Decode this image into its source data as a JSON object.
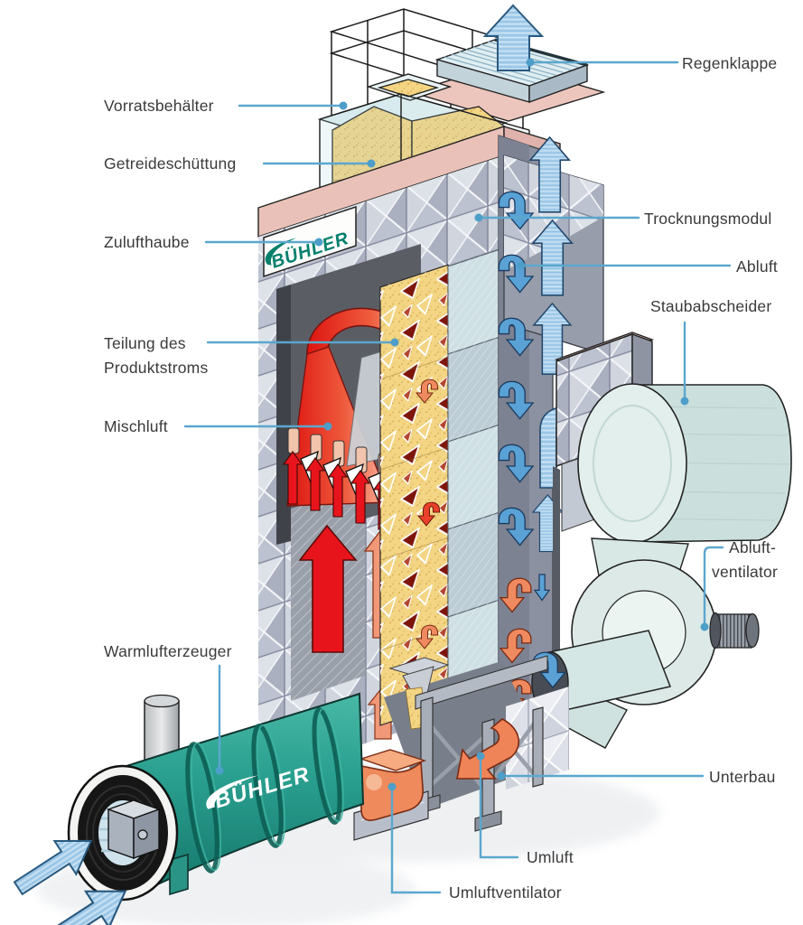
{
  "diagram": {
    "kind": "technical-cutaway-illustration",
    "subject": "Getreidetrockner (grain dryer) mit Warmlufterzeuger, Staubabscheider und Abluftventilator",
    "brand": "BÜHLER"
  },
  "labels": {
    "regenklappe": "Regenklappe",
    "vorratsbehaelter": "Vorratsbehälter",
    "getreideschuettung": "Getreideschüttung",
    "zulufthaube": "Zulufthaube",
    "trocknungsmodul": "Trocknungsmodul",
    "abluft": "Abluft",
    "staubabscheider": "Staubabscheider",
    "teilung_line1": "Teilung des",
    "teilung_line2": "Produktstroms",
    "mischluft": "Mischluft",
    "abluftventilator_line1": "Abluft-",
    "abluftventilator_line2": "ventilator",
    "warmlufterzeuger": "Warmlufterzeuger",
    "unterbau": "Unterbau",
    "umluft": "Umluft",
    "umluftventilator": "Umluftventilator"
  },
  "logos": {
    "tower_sign": "BÜHLER",
    "heater_badge": "BÜHLER"
  },
  "colors": {
    "leader_line": "#5BA7CE",
    "label_text": "#3A3A3A",
    "brand_teal": "#00806B",
    "heater_green": "#2BA191",
    "grain_yellow": "#F2D27E",
    "duct_dark_red": "#7E150B",
    "hot_air_red": "#E8141C",
    "warm_air_orange": "#EF8458",
    "cool_air_blue": "#7CB9E2",
    "panel_grey": "#C6CBD7",
    "roof_pink": "#EAC1B8",
    "separator_teal": "#D8E8E5"
  }
}
